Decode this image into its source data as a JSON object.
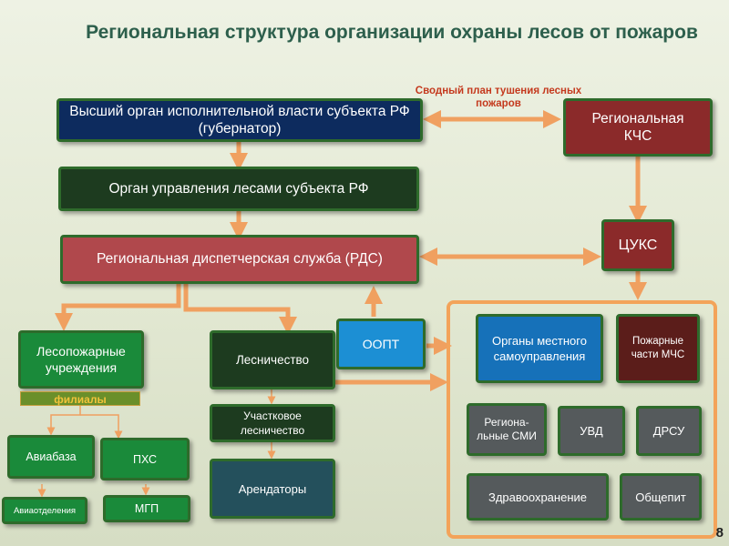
{
  "title": "Региональная структура организации охраны лесов от пожаров",
  "consolidated_plan_label": "Сводный план тушения лесных пожаров",
  "boxes": {
    "governor": "Высший орган исполнительной власти субъекта РФ (губернатор)",
    "regional_kchs": "Региональная КЧС",
    "forest_management": "Орган управления лесами субъекта РФ",
    "rds": "Региональная диспетчерская служба (РДС)",
    "tsuks": "ЦУКС",
    "forest_fire_institutions": "Лесопожарные учреждения",
    "branches": "филиалы",
    "lesnichestvo": "Лесничество",
    "oopt": "ООПТ",
    "local_government": "Органы местного самоуправления",
    "fire_units_mchs": "Пожарные части МЧС",
    "aviabaza": "Авиабаза",
    "pkhs": "ПХС",
    "uchastkovoe": "Участковое лесничество",
    "regional_media": "Региона-льные СМИ",
    "uvd": "УВД",
    "drsu": "ДРСУ",
    "aviaotdeleniya": "Авиаотделения",
    "mgp": "МГП",
    "arendatory": "Арендаторы",
    "healthcare": "Здравоохранение",
    "catering": "Общепит"
  },
  "page_number": "8",
  "colors": {
    "title": "#2d5f4c",
    "arrow": "#f0a060",
    "frame": "#f3a35a",
    "label_red": "#c4391d"
  }
}
